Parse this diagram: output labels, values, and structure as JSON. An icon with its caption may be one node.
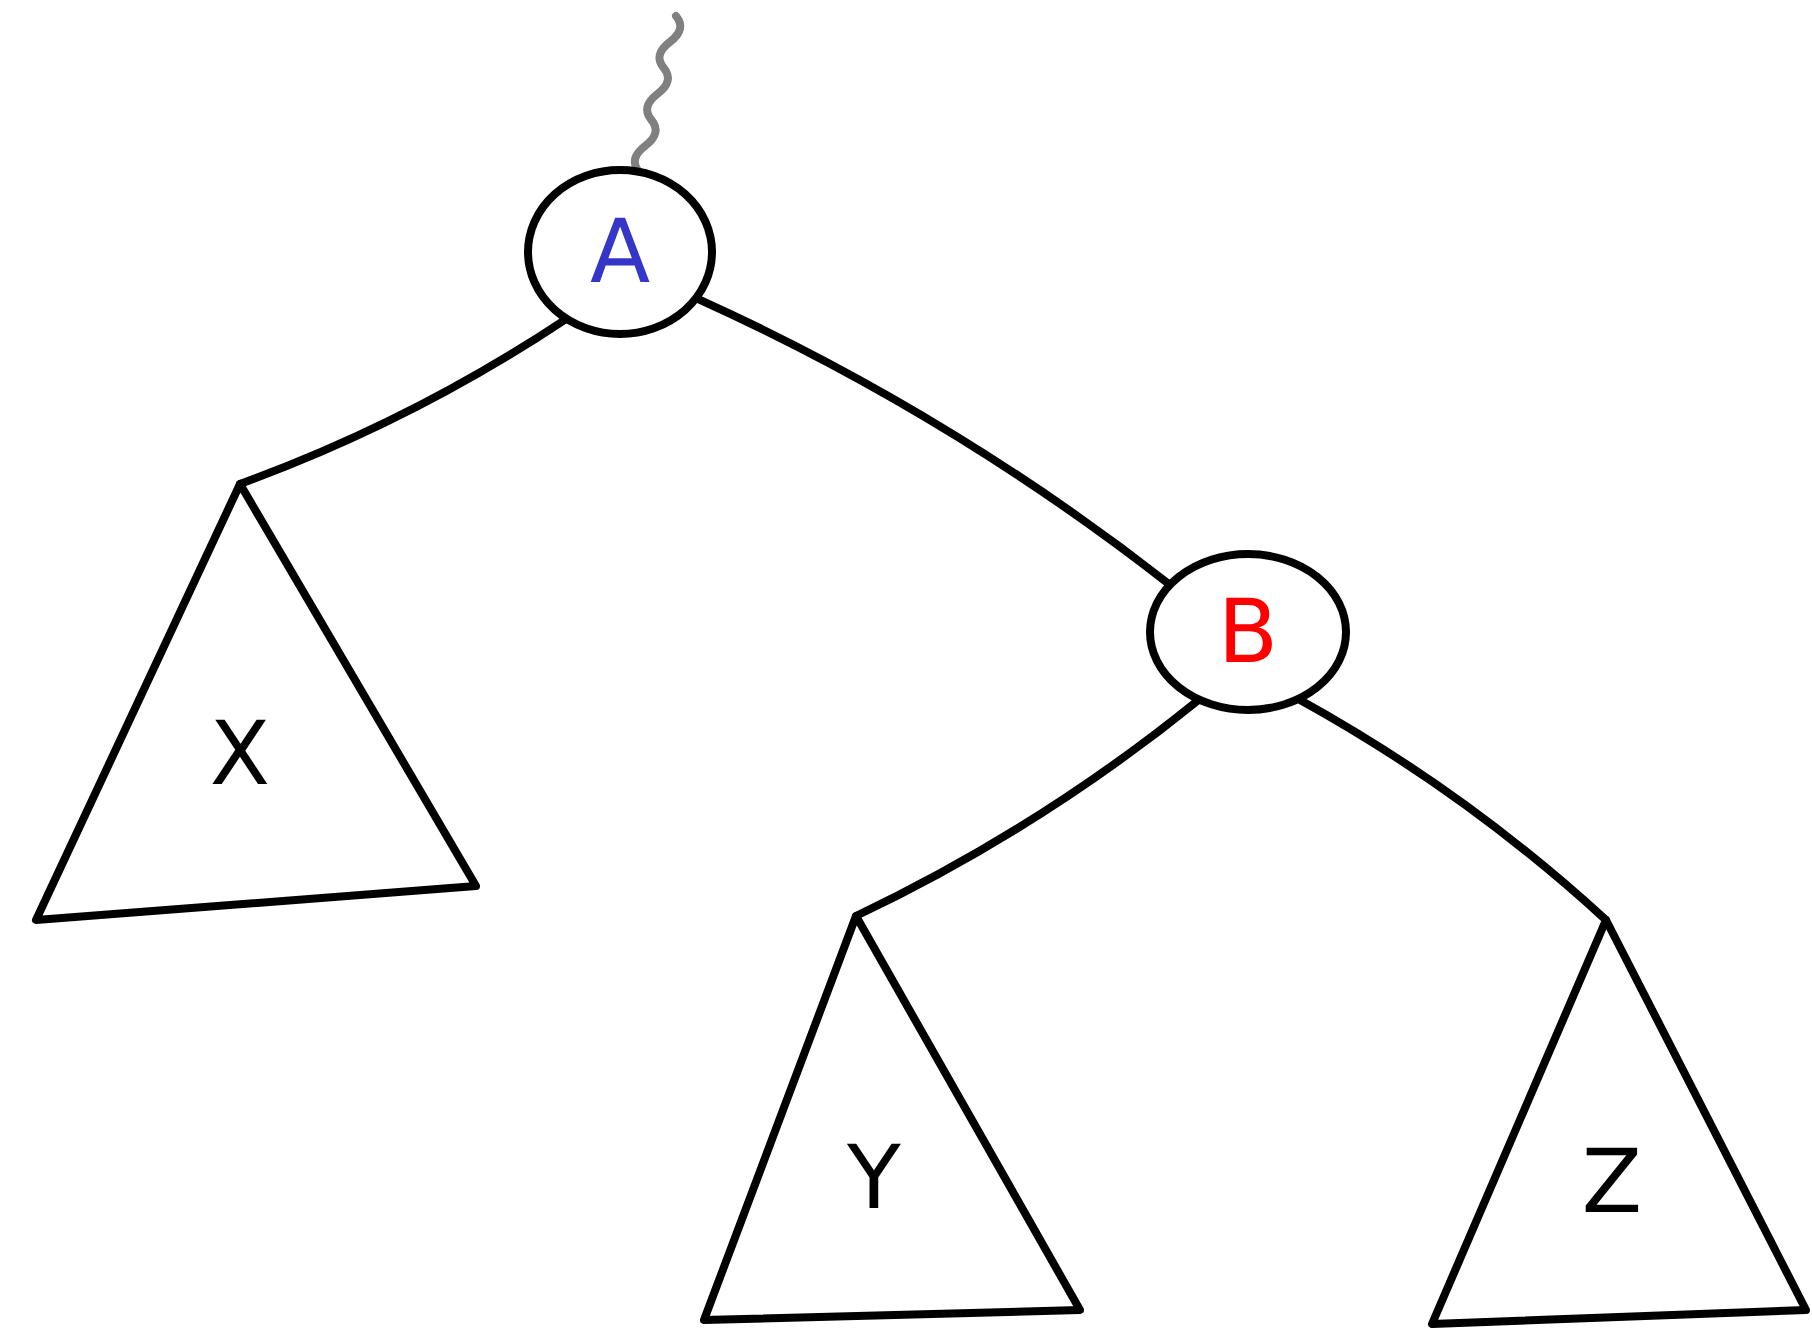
{
  "diagram": {
    "nodes": [
      {
        "text": [
          "A"
        ]
      },
      {
        "text": [
          "X"
        ]
      },
      {
        "text": [
          "B"
        ]
      },
      {
        "text": [
          "Y"
        ]
      },
      {
        "text": [
          "Z"
        ]
      }
    ],
    "edges": [
      {
        "from": null,
        "to": 0,
        "arrow": "none",
        "color": "#808080"
      },
      {
        "from": 0,
        "to": 1,
        "arrow": "none"
      },
      {
        "from": 0,
        "to": 2,
        "arrow": "none"
      },
      {
        "from": 2,
        "to": 3,
        "arrow": "none"
      },
      {
        "from": 2,
        "to": 4,
        "arrow": "none"
      }
    ]
  }
}
